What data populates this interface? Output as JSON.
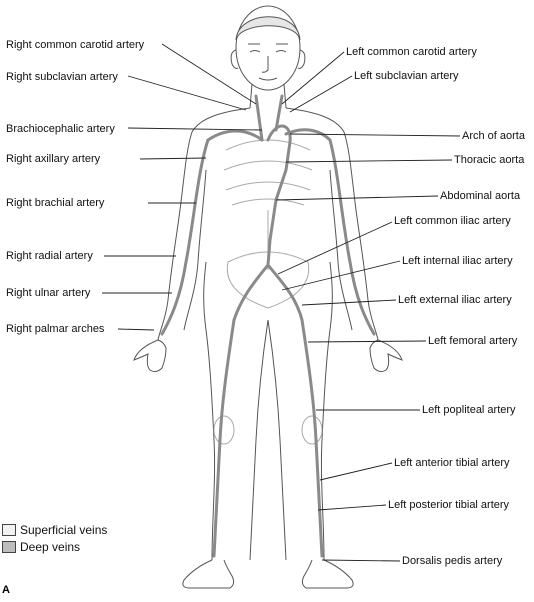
{
  "labels_left": [
    "Right common carotid artery",
    "Right subclavian artery",
    "Brachiocephalic artery",
    "Right axillary artery",
    "Right brachial artery",
    "Right radial artery",
    "Right ulnar artery",
    "Right palmar arches"
  ],
  "labels_right": [
    "Left common carotid artery",
    "Left subclavian artery",
    "Arch of aorta",
    "Thoracic aorta",
    "Abdominal aorta",
    "Left common iliac artery",
    "Left internal iliac artery",
    "Left external iliac artery",
    "Left femoral artery",
    "Left popliteal artery",
    "Left anterior tibial artery",
    "Left posterior tibial artery",
    "Dorsalis pedis artery"
  ],
  "legend": {
    "superficial": "Superficial veins",
    "deep": "Deep veins",
    "superficial_color": "#f2f2f2",
    "deep_color": "#bdbdbd"
  },
  "panel_letter": "A"
}
